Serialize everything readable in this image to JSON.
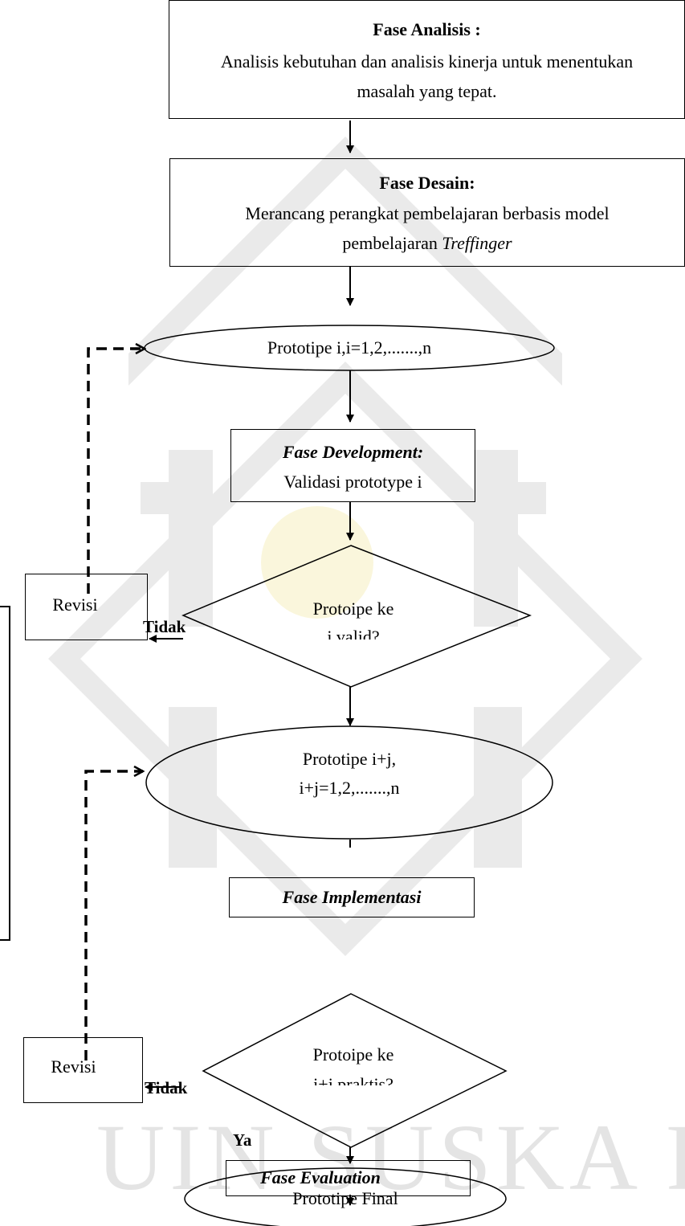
{
  "analisis": {
    "title": "Fase Analisis :",
    "line1": "Analisis kebutuhan dan analisis kinerja untuk menentukan",
    "line2": "masalah yang tepat."
  },
  "desain": {
    "title": "Fase Desain:",
    "line1": "Merancang perangkat pembelajaran berbasis model",
    "line2_plain": "pembelajaran ",
    "line2_italic": "Treffinger"
  },
  "prototipe1": "Prototipe i,i=1,2,.......,n",
  "development": {
    "title": "Fase Development:",
    "text": "Validasi prototype i"
  },
  "decision1": {
    "line1": "Protoipe ke",
    "line2": "i valid?"
  },
  "revisi1": "Revisi",
  "tidak1": "Tidak",
  "prototipe2": {
    "line1": "Prototipe i+j,",
    "line2": "i+j=1,2,.......,n"
  },
  "implementasi": "Fase Implementasi",
  "decision2": {
    "line1": "Protoipe ke",
    "line2": "i+j praktis?"
  },
  "revisi2": "Revisi",
  "tidak2": "Tidak",
  "ya": "Ya",
  "evaluation": "Fase Evaluation",
  "final": "Prototipe Final",
  "watermark": "UIN SUSKA RIAU"
}
